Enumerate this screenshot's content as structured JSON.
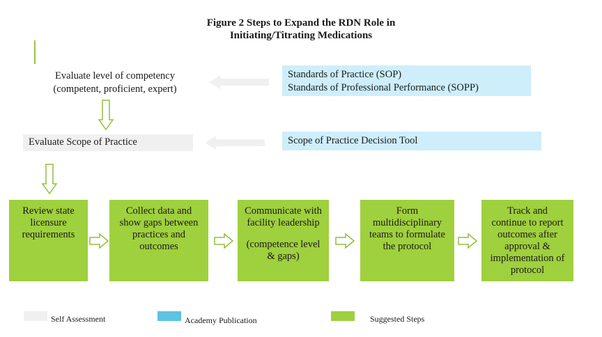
{
  "title": {
    "line1": "Figure 2 Steps to Expand the RDN Role in",
    "line2": "Initiating/Titrating Medications"
  },
  "self_assessment": {
    "competency": {
      "line1": "Evaluate level of competency",
      "line2": "(competent, proficient, expert)"
    },
    "scope": "Evaluate Scope of Practice"
  },
  "publications": {
    "sop": {
      "line1": "Standards of Practice (SOP)",
      "line2": "Standards of Professional Performance (SOPP)"
    },
    "tool": "Scope of Practice Decision Tool"
  },
  "steps": [
    {
      "lines": [
        "Review state",
        "licensure",
        "requirements"
      ]
    },
    {
      "lines": [
        "Collect data and",
        "show gaps between",
        "practices and",
        "outcomes"
      ]
    },
    {
      "lines": [
        "Communicate with",
        "facility leadership"
      ],
      "extra": [
        "(competence level",
        "& gaps)"
      ]
    },
    {
      "lines": [
        "Form",
        "multidisciplinary",
        "teams to formulate",
        "the protocol"
      ]
    },
    {
      "lines": [
        "Track and",
        "continue to report",
        "outcomes after",
        "approval &",
        "implementation of",
        "protocol"
      ]
    }
  ],
  "legend": [
    {
      "label": "Self Assessment",
      "color": "#f0f0f0"
    },
    {
      "label": "Academy Publication",
      "color": "#5bc4e0"
    },
    {
      "label": "Suggested Steps",
      "color": "#9fd03d"
    }
  ],
  "colors": {
    "self_assessment": "#f0f0f0",
    "academy_publication": "#cdeefa",
    "suggested_steps": "#9fd03d",
    "arrow_outline": "#8fbf3a",
    "arrow_gray": "#f0f0f0"
  }
}
